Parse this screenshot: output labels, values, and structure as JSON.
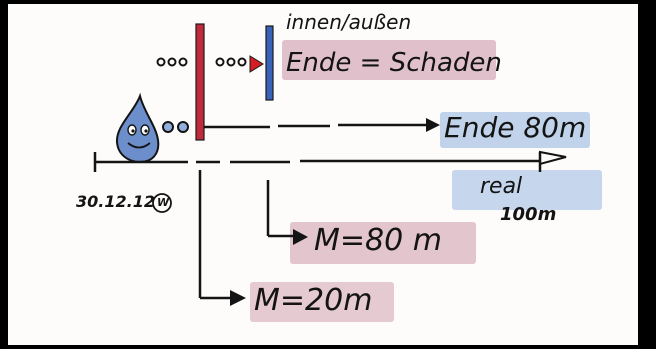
{
  "labels": {
    "inside_outside": "innen/außen",
    "end_damage": "Ende = Schaden",
    "end_80": "Ende 80m",
    "date": "30.12.12",
    "date_badge": "W",
    "real": "real",
    "real_distance": "100m",
    "m_80": "M=80 m",
    "m_20": "M=20m"
  },
  "colors": {
    "background": "#000000",
    "paper": "#fdfcfa",
    "ink": "#141414",
    "red_marker": "#c02a3a",
    "blue_marker": "#3a62b8",
    "pink_highlight": "#c98ea2",
    "blue_highlight": "#8fb0dd",
    "drop": "#6c8fcc"
  },
  "icons": {
    "drop": "water-drop-character-icon",
    "arrowhead": "arrowhead-icon",
    "flag": "finish-flag-icon"
  }
}
